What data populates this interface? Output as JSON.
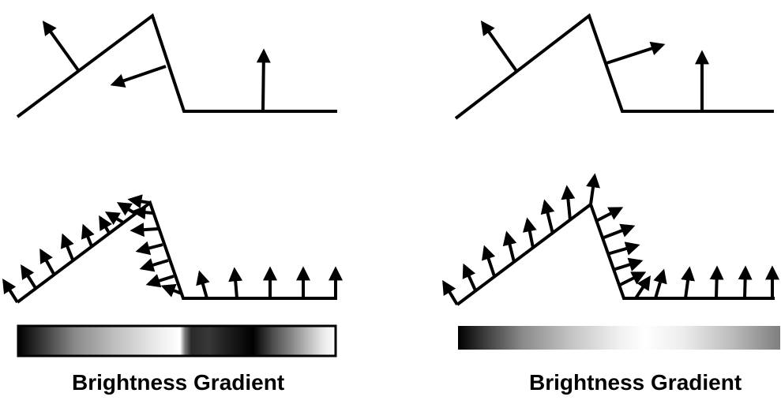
{
  "panels": [
    {
      "caption": "Brightness Gradient",
      "gradient_stops": [
        {
          "offset": 0.0,
          "color": "#000000"
        },
        {
          "offset": 0.09,
          "color": "#444444"
        },
        {
          "offset": 0.18,
          "color": "#8a8a8a"
        },
        {
          "offset": 0.3,
          "color": "#bdbdbd"
        },
        {
          "offset": 0.44,
          "color": "#ececec"
        },
        {
          "offset": 0.51,
          "color": "#ffffff"
        },
        {
          "offset": 0.525,
          "color": "#7a7a7a"
        },
        {
          "offset": 0.545,
          "color": "#2a2a2a"
        },
        {
          "offset": 0.6,
          "color": "#383838"
        },
        {
          "offset": 0.66,
          "color": "#1e1e1e"
        },
        {
          "offset": 0.74,
          "color": "#000000"
        },
        {
          "offset": 0.8,
          "color": "#4a4a4a"
        },
        {
          "offset": 0.88,
          "color": "#9a9a9a"
        },
        {
          "offset": 0.96,
          "color": "#e8e8e8"
        },
        {
          "offset": 1.0,
          "color": "#ffffff"
        }
      ]
    },
    {
      "caption": "Brightness Gradient",
      "gradient_stops": [
        {
          "offset": 0.0,
          "color": "#000000"
        },
        {
          "offset": 0.08,
          "color": "#3a3a3a"
        },
        {
          "offset": 0.2,
          "color": "#8a8a8a"
        },
        {
          "offset": 0.35,
          "color": "#c4c4c4"
        },
        {
          "offset": 0.5,
          "color": "#f0f0f0"
        },
        {
          "offset": 0.58,
          "color": "#ffffff"
        },
        {
          "offset": 0.7,
          "color": "#ececec"
        },
        {
          "offset": 0.85,
          "color": "#bcbcbc"
        },
        {
          "offset": 1.0,
          "color": "#7e7e7e"
        }
      ]
    }
  ],
  "colors": {
    "stroke": "#000000",
    "background": "#ffffff"
  }
}
